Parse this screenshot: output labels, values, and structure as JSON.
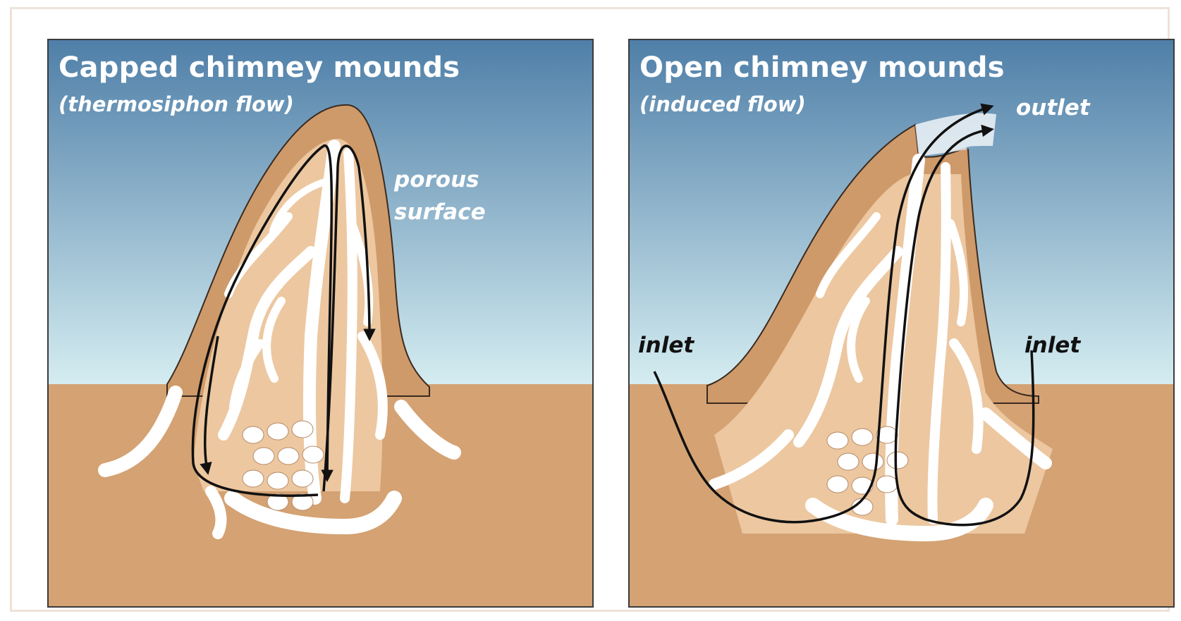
{
  "colors": {
    "sky_top": "#4f7fa8",
    "sky_bottom": "#d5edf1",
    "ground": "#d4a273",
    "mound_crust": "#cf9a69",
    "mound_interior": "#ecc7a0",
    "channel": "#ffffff",
    "flow_arrow": "#111111"
  },
  "left_panel": {
    "title": "Capped chimney mounds",
    "subtitle": "(thermosiphon flow)",
    "labels": {
      "porous_surface_line1": "porous",
      "porous_surface_line2": "surface"
    }
  },
  "right_panel": {
    "title": "Open chimney mounds",
    "subtitle": "(induced flow)",
    "labels": {
      "outlet": "outlet",
      "inlet_left": "inlet",
      "inlet_right": "inlet"
    }
  }
}
